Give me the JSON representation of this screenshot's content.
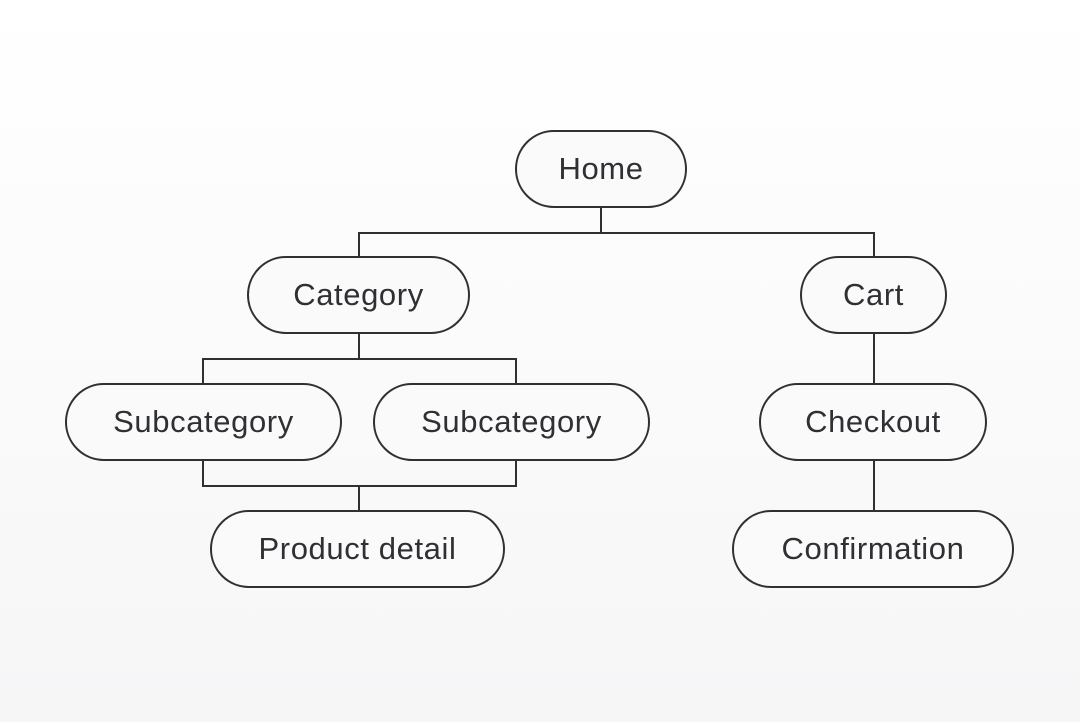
{
  "diagram": {
    "nodes": [
      {
        "id": "home",
        "label": "Home"
      },
      {
        "id": "category",
        "label": "Category"
      },
      {
        "id": "cart",
        "label": "Cart"
      },
      {
        "id": "subcategory-1",
        "label": "Subcategory"
      },
      {
        "id": "subcategory-2",
        "label": "Subcategory"
      },
      {
        "id": "checkout",
        "label": "Checkout"
      },
      {
        "id": "product-detail",
        "label": "Product detail"
      },
      {
        "id": "confirmation",
        "label": "Confirmation"
      }
    ],
    "edges": [
      {
        "from": "home",
        "to": "category"
      },
      {
        "from": "home",
        "to": "cart"
      },
      {
        "from": "category",
        "to": "subcategory-1"
      },
      {
        "from": "category",
        "to": "subcategory-2"
      },
      {
        "from": "subcategory-1",
        "to": "product-detail"
      },
      {
        "from": "subcategory-2",
        "to": "product-detail"
      },
      {
        "from": "cart",
        "to": "checkout"
      },
      {
        "from": "checkout",
        "to": "confirmation"
      }
    ],
    "colors": {
      "stroke": "#2f3033",
      "node_fill": "#fafafa",
      "background": "#f6f6f7"
    }
  }
}
